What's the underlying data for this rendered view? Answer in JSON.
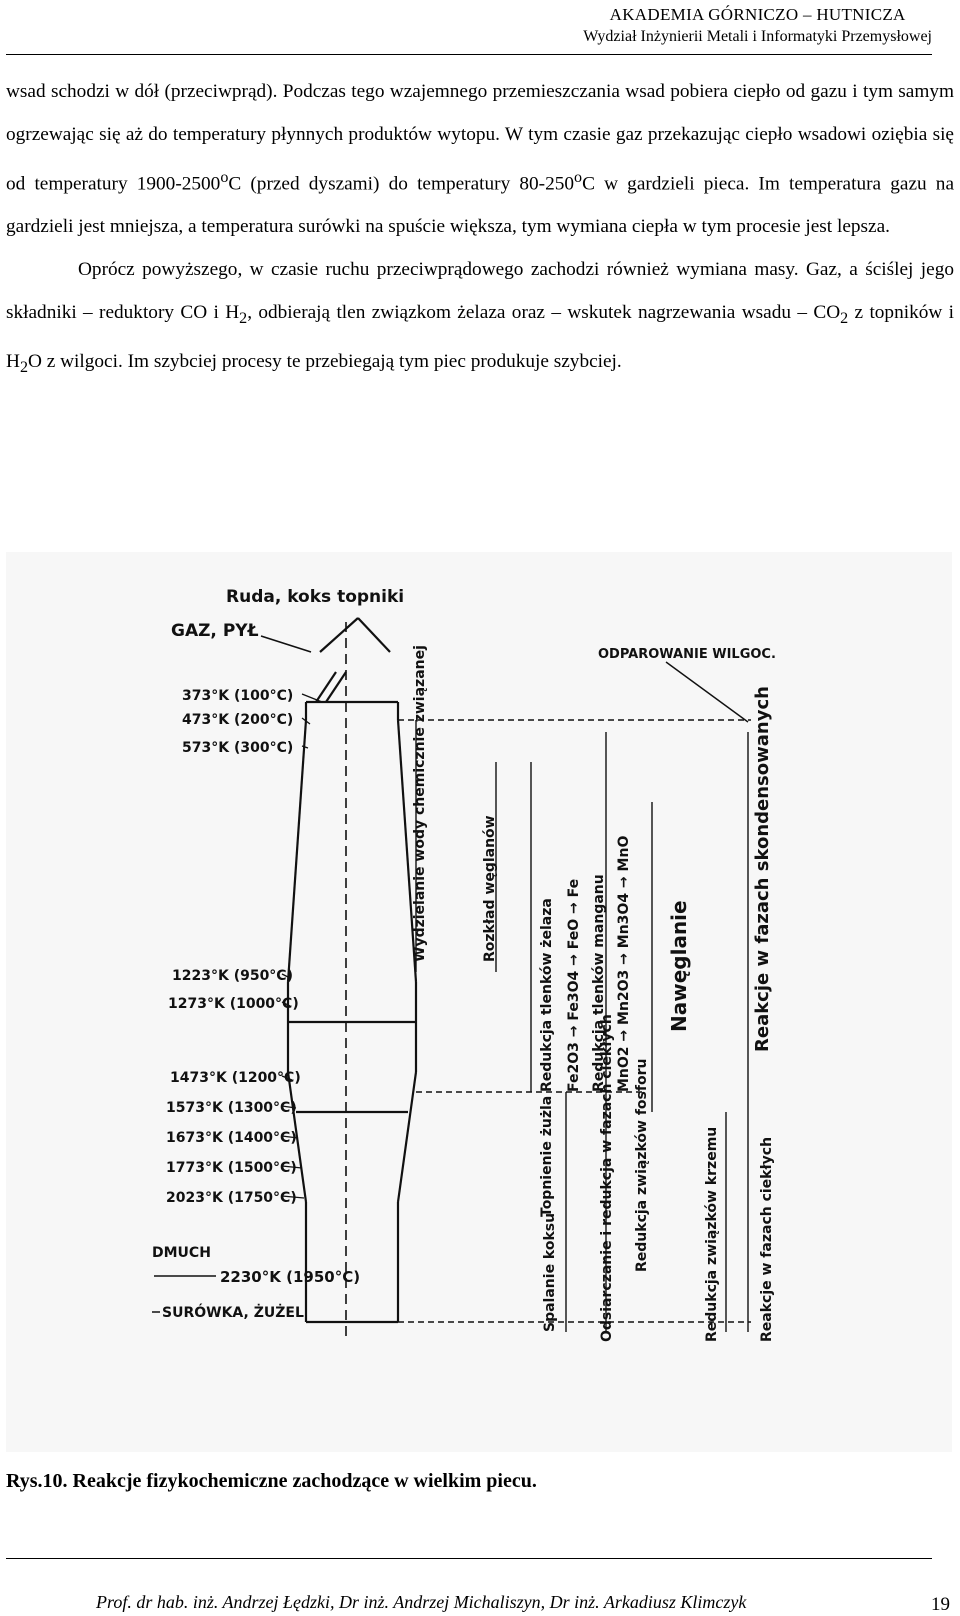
{
  "header": {
    "institution": "AKADEMIA GÓRNICZO – HUTNICZA",
    "faculty": "Wydział Inżynierii Metali i Informatyki Przemysłowej"
  },
  "body": {
    "p1": "wsad schodzi w dół (przeciwprąd). Podczas tego wzajemnego przemieszczania wsad pobiera ciepło od gazu i tym samym ogrzewając się aż do temperatury płynnych produktów wytopu. W tym czasie gaz przekazując ciepło wsadowi oziębia się od temperatury 1900-2500",
    "p1_sup1": "o",
    "p1b": "C (przed dyszami) do temperatury 80-250",
    "p1_sup2": "o",
    "p1c": "C w gardzieli pieca. Im temperatura gazu na gardzieli jest mniejsza, a temperatura surówki na spuście większa, tym wymiana ciepła w tym procesie jest lepsza.",
    "p2a": "Oprócz powyższego, w czasie ruchu przeciwprądowego zachodzi również wymiana masy. Gaz, a ściślej jego składniki – reduktory CO i H",
    "sub_2": "2",
    "p2b": ", odbierają tlen związkom żelaza oraz – wskutek nagrzewania wsadu – CO",
    "p2c": " z topników i H",
    "p2d": "O z wilgoci. Im szybciej procesy te przebiegają tym piec produkuje szybciej."
  },
  "figure": {
    "top_label": "Ruda, koks topniki",
    "gas_label": "GAZ, PYŁ",
    "moisture_label": "ODPAROWANIE WILGOC.",
    "temps_top": [
      "373°K (100°C)",
      "473°K (200°C)",
      "573°K (300°C)"
    ],
    "temps_mid": [
      "1223°K (950°C)",
      "1273°K (1000°C)"
    ],
    "temps_low": [
      "1473°K (1200°C)",
      "1573°K (1300°C)",
      "1673°K (1400°C)",
      "1773°K (1500°C)",
      "2023°K (1750°C)"
    ],
    "blast_label": "DMUCH",
    "blast_temp": "2230°K (1950°C)",
    "output_label": "SURÓWKA, ŻUŻEL",
    "zone_labels": [
      "Wydzielanie wody chemicznie związanej",
      "Rozkład węglanów",
      "Redukcja tlenków żelaza",
      "Fe2O3 → Fe3O4 → FeO → Fe",
      "Redukcja tlenków manganu",
      "MnO2 → Mn2O3 → Mn3O4 → MnO",
      "Nawęglanie",
      "Reakcje w fazach skondensowanych",
      "Topnienie żużla",
      "Redukcja związków fosforu",
      "Spalanie koksu",
      "Odsiarczanie i redukcja w fazach ciekłych",
      "Redukcja związków krzemu",
      "Reakcje w fazach ciekłych"
    ]
  },
  "caption": "Rys.10. Reakcje fizykochemiczne zachodzące w wielkim piecu.",
  "footer": {
    "authors": "Prof. dr hab. inż. Andrzej Łędzki, Dr inż. Andrzej Michaliszyn, Dr inż. Arkadiusz Klimczyk",
    "page": "19"
  }
}
